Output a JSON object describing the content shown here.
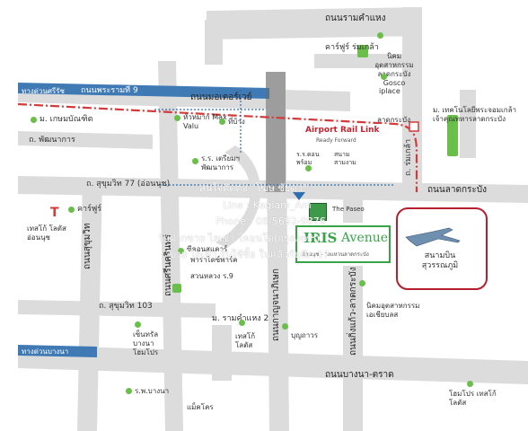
{
  "roads": {
    "ramkhamhaeng": "ถนนรามคำแหง",
    "rama9": "ถนนพระรามที่ 9",
    "motorway": "ถนนมอเตอร์เวย์",
    "si_burapha_expressway": "ทางด่วนศรีรัช",
    "pattanakarn": "ถ. พัฒนาการ",
    "sukhumvit77": "ถ. สุขุมวิท 77 (อ่อนนุช)",
    "lat_krabang": "ถนนลาดกระบัง",
    "sukhumvit103": "ถ. สุขุมวิท 103",
    "sukhumvit_rd": "ถนนสุขุมวิท",
    "srinakarin": "ถนนศรีนครินทร์",
    "kanchanaphisek": "ถนนกาญจนาภิเษก",
    "bangna_trad": "ถนนบางนา-ตราด",
    "bangna_expressway": "ทางด่วนบางนา",
    "kingkaew": "ถนนกิ่งแก้ว-ลาดกระบัง",
    "romklao": "ถ. ร่มเกล้า"
  },
  "transit": {
    "airport_rail_link": "Airport Rail Link",
    "airport_rail_link_tagline": "Ready Forward",
    "lat_krabang_station": "ลาดกระบัง"
  },
  "landmarks": {
    "carrefour_romklao": "คาร์ฟูร์ ร่มเกล้า",
    "gosco": "นิคมอุตสาหกรรม ลาดกระบัง Gosco",
    "iplace": "iplace",
    "technology_ladkrabang": "ม. เทคโนโลยีพระจอมเกล้า เจ้าคุณทหารลาดกระบัง",
    "thai_school": "ม. เกษมบัณฑิต",
    "huamark_maxvalu": "หัวหมาก Max Valu",
    "thaitrade": "ที่บ้าง",
    "triam_pattanakarn": "ร.ร. เตรียมฯ พัฒนาการ",
    "rorpor_school": "ร.ร.ดอน พร้อม",
    "golf_course": "สนาม สามงาม",
    "carrefour": "คาร์ฟูร์",
    "tesco_onnut": "เทสโก้ โลตัส อ่อนนุช",
    "seacon": "ซีคอนสแควร์",
    "paradise_park": "พาราไดซ์พาร์ค",
    "suanluang": "สวนหลวง ร.9",
    "the_paseo": "The Paseo",
    "ramkhamhaeng2": "ม. รามคำแหง 2",
    "tesco_lotus2": "เทสโก้ โลตัส",
    "bangplee_estate": "นิคมอุตสาหกรรม เอเชียบลส",
    "central_bangna": "เซ็นทรัล บางนา โฮมโปร",
    "bunkaow": "บุญถาวร",
    "rp_bangna": "ร.พ.บางนา",
    "makro": "แม็คโคร",
    "homepro_lotus": "โฮมโปร เทสโก้ โลตัส",
    "airport": "สนามบิน สุวรรณภูมิ"
  },
  "project": {
    "logo_word": "IRIS",
    "logo_word2": "Avenue",
    "logo_sub": "อ่อนนุช - วงแหวนลาดกระบัง"
  },
  "watermark": {
    "line1": "สนใจติดต่อ \"โฆษ ชัยดา\"",
    "line2": "Line : Kagiam_Am",
    "line3": "Phone : 06-5692-9876",
    "line4": "รับฝากขาย ไลเช่า ไคอนโด(กรุงเทพฯ)",
    "line5": "ขาย ไลเช่า รับใช้ซื้อ ในแล้วกันนึก 27"
  },
  "colors": {
    "road": "#dcdcdc",
    "expressway": "#2d6fb0",
    "rail": "#d33a3a",
    "green": "#6abf4b",
    "airport_border": "#b51f2e"
  }
}
